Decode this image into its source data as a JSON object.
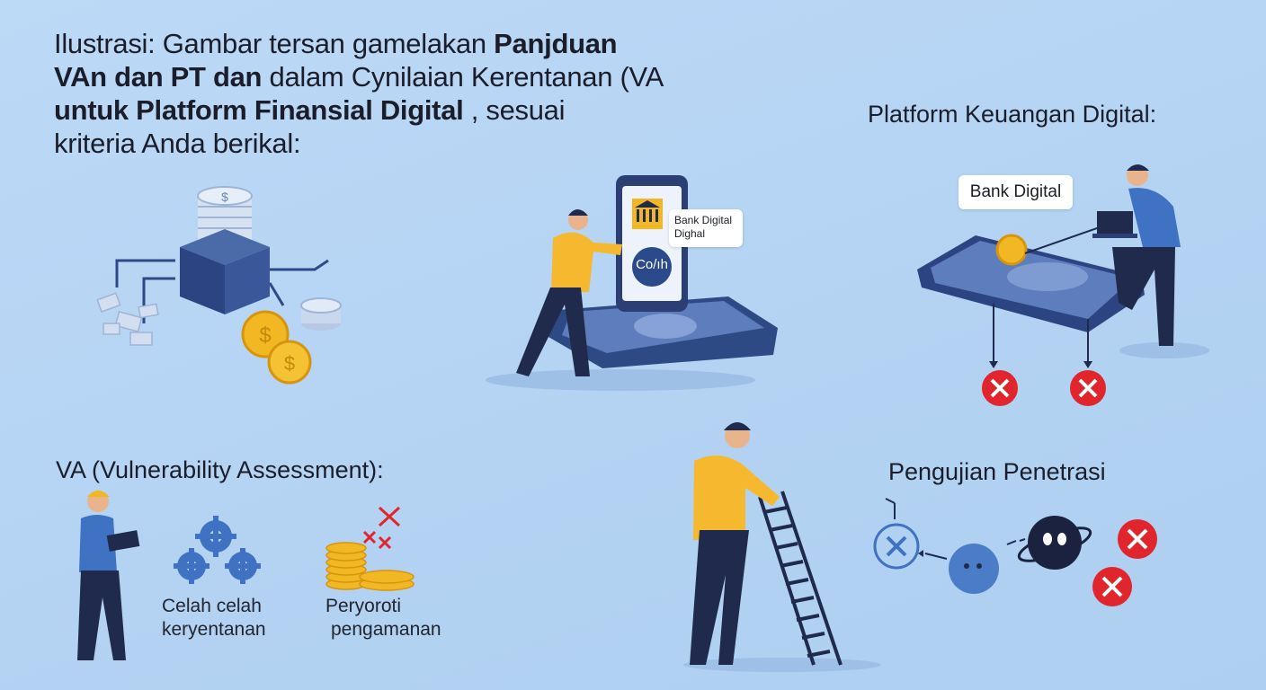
{
  "title": {
    "line1_a": "Ilustrasi: Gambar tersan gamelakan ",
    "line1_b": "Panjduan",
    "line2_a": "VAn dan PT dan",
    "line2_b": " dalam Cynilaian Kerentanan (VA",
    "line3_a": "untuk Platform Finansial Digital",
    "line3_b": " , sesuai",
    "line4": "kriteria Anda berikal:"
  },
  "platform_heading": "Platform Keuangan Digital:",
  "bubble_bank_right": "Bank Digital",
  "phone_bubble": {
    "line1": "Bank Digital",
    "line2": "Dighal"
  },
  "phone_logo_text": "Co/ıh",
  "va_heading": "VA (Vulnerability Assessment):",
  "va_labels": {
    "gaps_line1": "Celah celah",
    "gaps_line2": "keryentanan",
    "highlight_line1": "Peryoroti",
    "highlight_line2": "pengamanan"
  },
  "pt_heading": "Pengujian Penetrasi",
  "colors": {
    "accent_yellow": "#f5b82e",
    "navy": "#1f2a4d",
    "blue": "#3f72c2",
    "danger": "#e0262c"
  },
  "icons": [
    "server-icon",
    "coin-icon",
    "gear-icon",
    "smartphone-icon",
    "bank-icon",
    "laptop-icon",
    "error-x-icon",
    "ladder-icon",
    "bug-icon",
    "user-figure-icon"
  ]
}
